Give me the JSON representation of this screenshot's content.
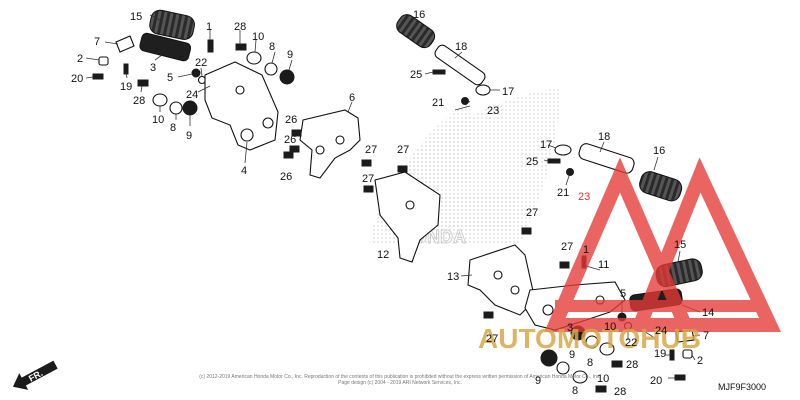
{
  "diagram": {
    "code": "MJF9F3000",
    "direction_label": "FR.",
    "copyright": "(c) 2012-2019 American Honda Motor Co., Inc. Reproduction of the contents of this publication is prohibited without the express written permission of American Honda Motor Co., Inc.",
    "copyright_line2": "Page design (c) 2004 - 2019 ARI Network Services, Inc.",
    "watermark_text": "AUTOMOTOHUB",
    "watermark_color": "#e53935",
    "watermark_text_color": "#d6a84a",
    "background_logo_color": "#c8c8c8"
  },
  "callouts": [
    {
      "id": "c1",
      "label": "15"
    },
    {
      "id": "c2",
      "label": "1"
    },
    {
      "id": "c3",
      "label": "28"
    },
    {
      "id": "c4",
      "label": "7"
    },
    {
      "id": "c5",
      "label": "10"
    },
    {
      "id": "c6",
      "label": "8"
    },
    {
      "id": "c7",
      "label": "9"
    },
    {
      "id": "c8",
      "label": "2"
    },
    {
      "id": "c9",
      "label": "3"
    },
    {
      "id": "c10",
      "label": "20"
    },
    {
      "id": "c11",
      "label": "5"
    },
    {
      "id": "c12",
      "label": "22"
    },
    {
      "id": "c13",
      "label": "19"
    },
    {
      "id": "c14",
      "label": "24"
    },
    {
      "id": "c15",
      "label": "28"
    },
    {
      "id": "c16",
      "label": "10"
    },
    {
      "id": "c17",
      "label": "8"
    },
    {
      "id": "c18",
      "label": "9"
    },
    {
      "id": "c19",
      "label": "4"
    },
    {
      "id": "c20",
      "label": "6"
    },
    {
      "id": "c21",
      "label": "26"
    },
    {
      "id": "c22",
      "label": "26"
    },
    {
      "id": "c23",
      "label": "26"
    },
    {
      "id": "c24",
      "label": "27"
    },
    {
      "id": "c25",
      "label": "27"
    },
    {
      "id": "c26",
      "label": "27"
    },
    {
      "id": "c27",
      "label": "12"
    },
    {
      "id": "c28",
      "label": "16"
    },
    {
      "id": "c29",
      "label": "18"
    },
    {
      "id": "c30",
      "label": "25"
    },
    {
      "id": "c31",
      "label": "17"
    },
    {
      "id": "c32",
      "label": "21"
    },
    {
      "id": "c33",
      "label": "23"
    },
    {
      "id": "c34",
      "label": "17"
    },
    {
      "id": "c35",
      "label": "18"
    },
    {
      "id": "c36",
      "label": "16"
    },
    {
      "id": "c37",
      "label": "25"
    },
    {
      "id": "c38",
      "label": "21"
    },
    {
      "id": "c39",
      "label": "23"
    },
    {
      "id": "c40",
      "label": "27"
    },
    {
      "id": "c41",
      "label": "27"
    },
    {
      "id": "c42",
      "label": "13"
    },
    {
      "id": "c43",
      "label": "11"
    },
    {
      "id": "c44",
      "label": "1"
    },
    {
      "id": "c45",
      "label": "15"
    },
    {
      "id": "c46",
      "label": "5"
    },
    {
      "id": "c47",
      "label": "14"
    },
    {
      "id": "c48",
      "label": "27"
    },
    {
      "id": "c49",
      "label": "3"
    },
    {
      "id": "c50",
      "label": "7"
    },
    {
      "id": "c51",
      "label": "10"
    },
    {
      "id": "c52",
      "label": "24"
    },
    {
      "id": "c53",
      "label": "22"
    },
    {
      "id": "c54",
      "label": "9"
    },
    {
      "id": "c55",
      "label": "8"
    },
    {
      "id": "c56",
      "label": "19"
    },
    {
      "id": "c57",
      "label": "2"
    },
    {
      "id": "c58",
      "label": "28"
    },
    {
      "id": "c59",
      "label": "20"
    },
    {
      "id": "c60",
      "label": "9"
    },
    {
      "id": "c61",
      "label": "8"
    },
    {
      "id": "c62",
      "label": "10"
    },
    {
      "id": "c63",
      "label": "28"
    }
  ]
}
